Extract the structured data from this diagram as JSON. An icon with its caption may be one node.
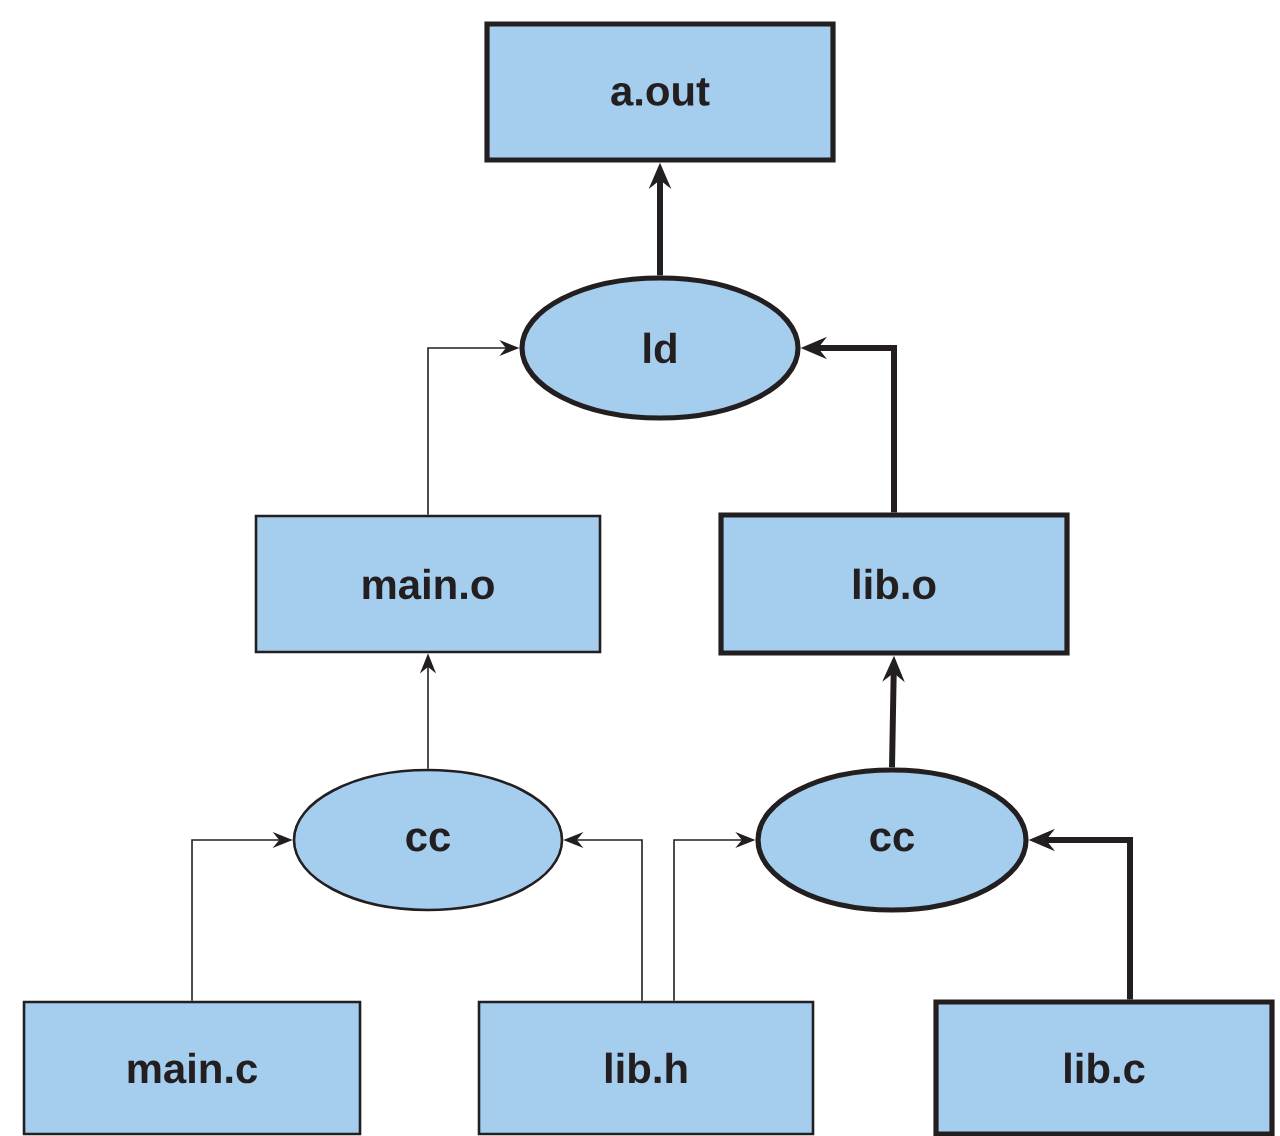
{
  "diagram": {
    "nodes": [
      {
        "text": [
          "a.out"
        ]
      },
      {
        "text": [
          "ld"
        ]
      },
      {
        "text": [
          "main.o"
        ]
      },
      {
        "text": [
          "lib.o"
        ]
      },
      {
        "text": [
          "cc"
        ]
      },
      {
        "text": [
          "cc"
        ]
      },
      {
        "text": [
          "main.c"
        ]
      },
      {
        "text": [
          "lib.h"
        ]
      },
      {
        "text": [
          "lib.c"
        ]
      }
    ],
    "edges": [
      {
        "from": 1,
        "to": 0,
        "arrow": "to",
        "style": "thick"
      },
      {
        "from": 2,
        "to": 1,
        "arrow": "to"
      },
      {
        "from": 3,
        "to": 1,
        "arrow": "to",
        "style": "thick"
      },
      {
        "from": 4,
        "to": 2,
        "arrow": "to"
      },
      {
        "from": 5,
        "to": 3,
        "arrow": "to",
        "style": "thick"
      },
      {
        "from": 6,
        "to": 4,
        "arrow": "to"
      },
      {
        "from": 7,
        "to": 4,
        "arrow": "to"
      },
      {
        "from": 7,
        "to": 5,
        "arrow": "to"
      },
      {
        "from": 8,
        "to": 5,
        "arrow": "to",
        "style": "thick"
      }
    ]
  }
}
